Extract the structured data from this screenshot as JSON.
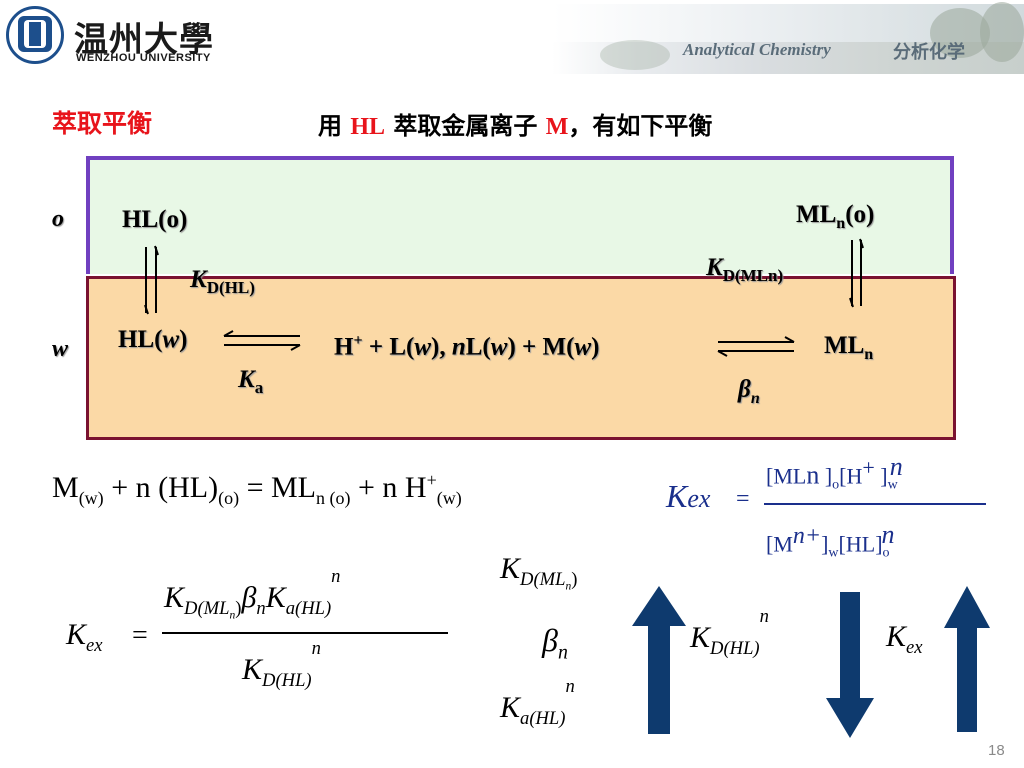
{
  "header": {
    "university_cn": "温州大學",
    "university_en": "WENZHOU UNIVERSITY",
    "course_en": "Analytical Chemistry",
    "course_cn": "分析化学"
  },
  "slide": {
    "title": "萃取平衡",
    "subtitle_pre": "用 ",
    "subtitle_hl": "HL",
    "subtitle_mid": " 萃取金属离子 ",
    "subtitle_m": "M",
    "subtitle_post": "，有如下平衡"
  },
  "diagram": {
    "phase_o": "o",
    "phase_w": "w",
    "hl_o": "HL(o)",
    "ml_n": "ML",
    "ml_n_sub": "n",
    "ml_n_o_suffix": "(o)",
    "kd_hl_k": "K",
    "kd_hl_sub": "D(HL)",
    "kd_mln_k": "K",
    "kd_mln_sub": "D(MLn)",
    "hl_w_pre": "HL(",
    "hl_w_w": "w",
    "hl_w_post": ")",
    "ka_k": "K",
    "ka_sub": "a",
    "middle_h": "H",
    "middle_h_sup": "+",
    "middle_rest1": " + L(",
    "middle_w1": "w",
    "middle_rest2": "),  ",
    "middle_n": "n",
    "middle_rest3": "L(",
    "middle_w2": "w",
    "middle_rest4": ") + M(",
    "middle_w3": "w",
    "middle_rest5": ")",
    "ml_n_w": "ML",
    "ml_n_w_sub": "n",
    "beta": "β",
    "beta_sub": "n"
  },
  "equation": {
    "m": "M",
    "m_sub": "(w)",
    "plus_n": " + n (HL)",
    "hl_sub": "(o)",
    "equals": " = ML",
    "ml_sub": "n (o)",
    "plus_nh": " + n H",
    "h_sup": "+",
    "h_sub": "(w)"
  },
  "kex_def": {
    "lhs_k": "K",
    "lhs_sub": "ex",
    "eq": "=",
    "num_a": "[ML",
    "num_n": "n",
    "num_b": " ]",
    "num_o": "o",
    "num_c": "[H",
    "num_plus": "+",
    "num_d": " ]",
    "num_w": "w",
    "num_pow": "n",
    "den_a": "[M",
    "den_sup": "n+",
    "den_b": "]",
    "den_w": "w",
    "den_c": "[HL]",
    "den_o": "o",
    "den_pow": "n"
  },
  "kex_formula": {
    "lhs": "K",
    "lhs_sub": "ex",
    "eq": "=",
    "num_k1": "K",
    "num_k1_sub": "D(ML",
    "num_k1_subsub": "n",
    "num_k1_close": ")",
    "num_beta": "β",
    "num_beta_sub": "n",
    "num_k2": "K",
    "num_k2_sub": "a(HL)",
    "num_pow": "n",
    "den_k": "K",
    "den_sub": "D(HL)",
    "den_pow": "n"
  },
  "arrows_panel": {
    "kd_mln": "K",
    "kd_mln_sub": "D(ML",
    "kd_mln_subsub": "n",
    "kd_mln_close": ")",
    "beta": "β",
    "beta_sub": "n",
    "ka": "K",
    "ka_sub": "a(HL)",
    "ka_pow": "n",
    "kd_hl": "K",
    "kd_hl_sub": "D(HL)",
    "kd_hl_pow": "n",
    "kex": "K",
    "kex_sub": "ex",
    "arrow_color": "#0e3a6e"
  },
  "page_number": "18"
}
